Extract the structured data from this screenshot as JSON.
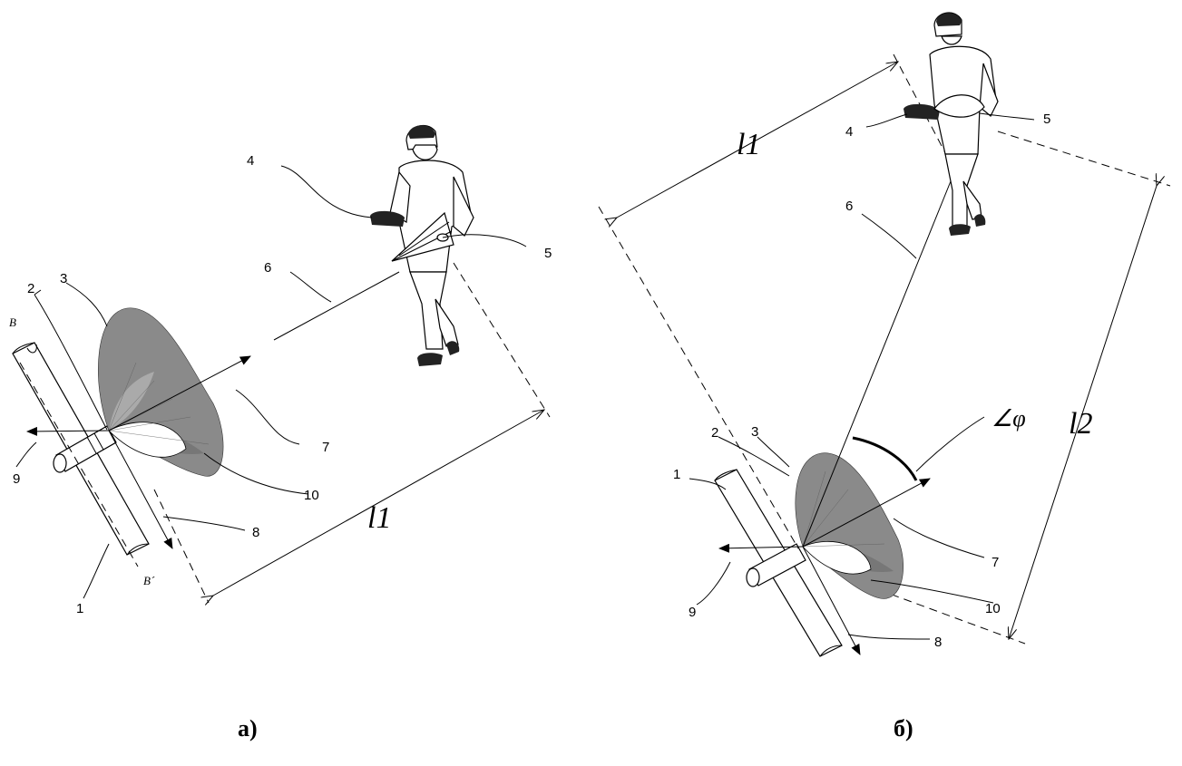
{
  "panel_a": {
    "caption": "а)",
    "labels": {
      "n1": "1",
      "n2": "2",
      "n3": "3",
      "n4": "4",
      "n5": "5",
      "n6": "6",
      "n7": "7",
      "n8": "8",
      "n9": "9",
      "n10": "10",
      "b_top": "В",
      "b_bottom": "В´",
      "l1": "l1"
    }
  },
  "panel_b": {
    "caption": "б)",
    "labels": {
      "n1": "1",
      "n2": "2",
      "n3": "3",
      "n4": "4",
      "n5": "5",
      "n6": "6",
      "n7": "7",
      "n8": "8",
      "n9": "9",
      "n10": "10",
      "l1": "l1",
      "l2": "l2",
      "phi": "∠φ"
    }
  }
}
